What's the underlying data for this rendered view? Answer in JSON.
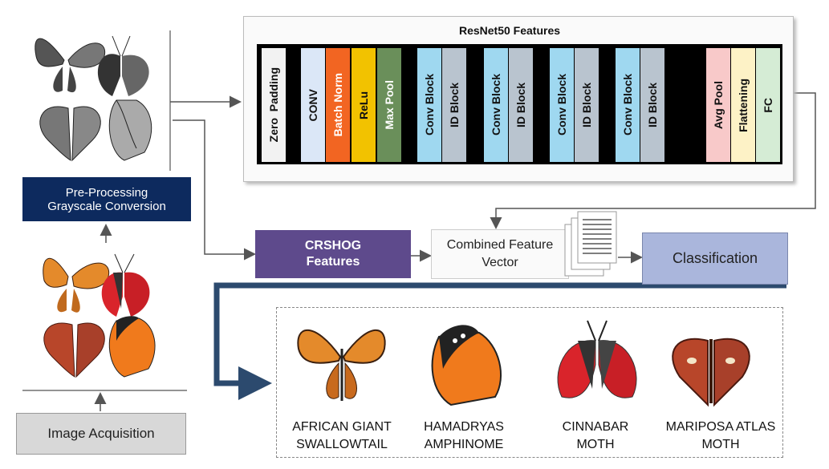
{
  "preprocessing_label": [
    "Pre-Processing",
    "Grayscale Conversion"
  ],
  "acquisition_label": "Image Acquisition",
  "resnet": {
    "title": "ResNet50 Features",
    "blocks": [
      {
        "label": "Zero  Padding",
        "color": "#f2f2f2"
      },
      {
        "label": "CONV",
        "color": "#dbe7f7"
      },
      {
        "label": "Batch Norm",
        "color": "#f26522"
      },
      {
        "label": "ReLu",
        "color": "#f2c200"
      },
      {
        "label": "Max Pool",
        "color": "#6a8f5a"
      },
      {
        "label": "Conv Block",
        "color": "#9fd8f0"
      },
      {
        "label": "ID Block",
        "color": "#b9c4cf"
      },
      {
        "label": "Conv Block",
        "color": "#9fd8f0"
      },
      {
        "label": "ID Block",
        "color": "#b9c4cf"
      },
      {
        "label": "Conv Block",
        "color": "#9fd8f0"
      },
      {
        "label": "ID Block",
        "color": "#b9c4cf"
      },
      {
        "label": "Conv Block",
        "color": "#9fd8f0"
      },
      {
        "label": "ID Block",
        "color": "#b9c4cf"
      },
      {
        "label": "Avg Pool",
        "color": "#f8c9c9"
      },
      {
        "label": "Flattening",
        "color": "#fdf2c6"
      },
      {
        "label": "FC",
        "color": "#d5ecd5"
      }
    ]
  },
  "crshog_label": [
    "CRSHOG",
    "Features"
  ],
  "combined_label": [
    "Combined Feature",
    "Vector"
  ],
  "classification_label": "Classification",
  "classes": [
    {
      "lines": [
        "AFRICAN GIANT",
        "SWALLOWTAIL"
      ],
      "icon": "african-giant-swallowtail-icon"
    },
    {
      "lines": [
        "HAMADRYAS",
        "AMPHINOME"
      ],
      "icon": "hamadryas-amphinome-icon"
    },
    {
      "lines": [
        "CINNABAR",
        "MOTH"
      ],
      "icon": "cinnabar-moth-icon"
    },
    {
      "lines": [
        "MARIPOSA ATLAS",
        "MOTH"
      ],
      "icon": "mariposa-atlas-moth-icon"
    }
  ],
  "colors": {
    "dark_navy": "#0d2a5e",
    "purple": "#5e4a8c",
    "lavender": "#aab6dc",
    "flow_arrow": "#2c4a6e",
    "gray_box": "#d8d8d8"
  }
}
